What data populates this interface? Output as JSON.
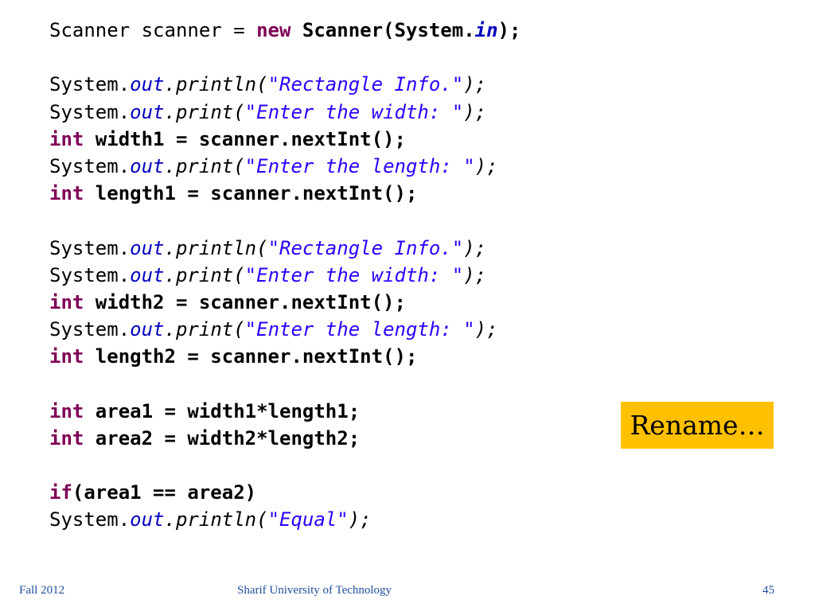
{
  "code": [
    [
      [
        "Scanner scanner = ",
        "plain"
      ],
      [
        "new",
        "kw"
      ],
      [
        " Scanner(System.",
        "bold"
      ],
      [
        "in",
        "field-bold"
      ],
      [
        ");",
        "bold"
      ]
    ],
    [],
    [
      [
        "System.",
        "plain"
      ],
      [
        "out",
        "field"
      ],
      [
        ".println(",
        "italic"
      ],
      [
        "\"Rectangle Info.\"",
        "str"
      ],
      [
        ");",
        "italic"
      ]
    ],
    [
      [
        "System.",
        "plain"
      ],
      [
        "out",
        "field"
      ],
      [
        ".print(",
        "italic"
      ],
      [
        "\"Enter the width: \"",
        "str"
      ],
      [
        ");",
        "italic"
      ]
    ],
    [
      [
        "int",
        "kw"
      ],
      [
        " width1 = scanner.nextInt();",
        "bold"
      ]
    ],
    [
      [
        "System.",
        "plain"
      ],
      [
        "out",
        "field"
      ],
      [
        ".print(",
        "italic"
      ],
      [
        "\"Enter the length: \"",
        "str"
      ],
      [
        ");",
        "italic"
      ]
    ],
    [
      [
        "int",
        "kw"
      ],
      [
        " length1 = scanner.nextInt();",
        "bold"
      ]
    ],
    [],
    [
      [
        "System.",
        "plain"
      ],
      [
        "out",
        "field"
      ],
      [
        ".println(",
        "italic"
      ],
      [
        "\"Rectangle Info.\"",
        "str"
      ],
      [
        ");",
        "italic"
      ]
    ],
    [
      [
        "System.",
        "plain"
      ],
      [
        "out",
        "field"
      ],
      [
        ".print(",
        "italic"
      ],
      [
        "\"Enter the width: \"",
        "str"
      ],
      [
        ");",
        "italic"
      ]
    ],
    [
      [
        "int",
        "kw"
      ],
      [
        " width2 = scanner.nextInt();",
        "bold"
      ]
    ],
    [
      [
        "System.",
        "plain"
      ],
      [
        "out",
        "field"
      ],
      [
        ".print(",
        "italic"
      ],
      [
        "\"Enter the length: \"",
        "str"
      ],
      [
        ");",
        "italic"
      ]
    ],
    [
      [
        "int",
        "kw"
      ],
      [
        " length2 = scanner.nextInt();",
        "bold"
      ]
    ],
    [],
    [
      [
        "int",
        "kw"
      ],
      [
        " area1 = width1*length1;",
        "bold"
      ]
    ],
    [
      [
        "int",
        "kw"
      ],
      [
        " area2 = width2*length2;",
        "bold"
      ]
    ],
    [],
    [
      [
        "if",
        "kw"
      ],
      [
        "(area1 == area2)",
        "bold"
      ]
    ],
    [
      [
        "System.",
        "plain"
      ],
      [
        "out",
        "field"
      ],
      [
        ".println(",
        "italic"
      ],
      [
        "\"Equal\"",
        "str"
      ],
      [
        ");",
        "italic"
      ]
    ]
  ],
  "callout": {
    "label": "Rename…"
  },
  "footer": {
    "date": "Fall 2012",
    "institution": "Sharif University of Technology",
    "page": "45"
  },
  "colors": {
    "keyword": "#7f0055",
    "field": "#0000c0",
    "string": "#2a00ff",
    "callout_background": "#ffc000",
    "footer_text": "#1f4e9c"
  }
}
